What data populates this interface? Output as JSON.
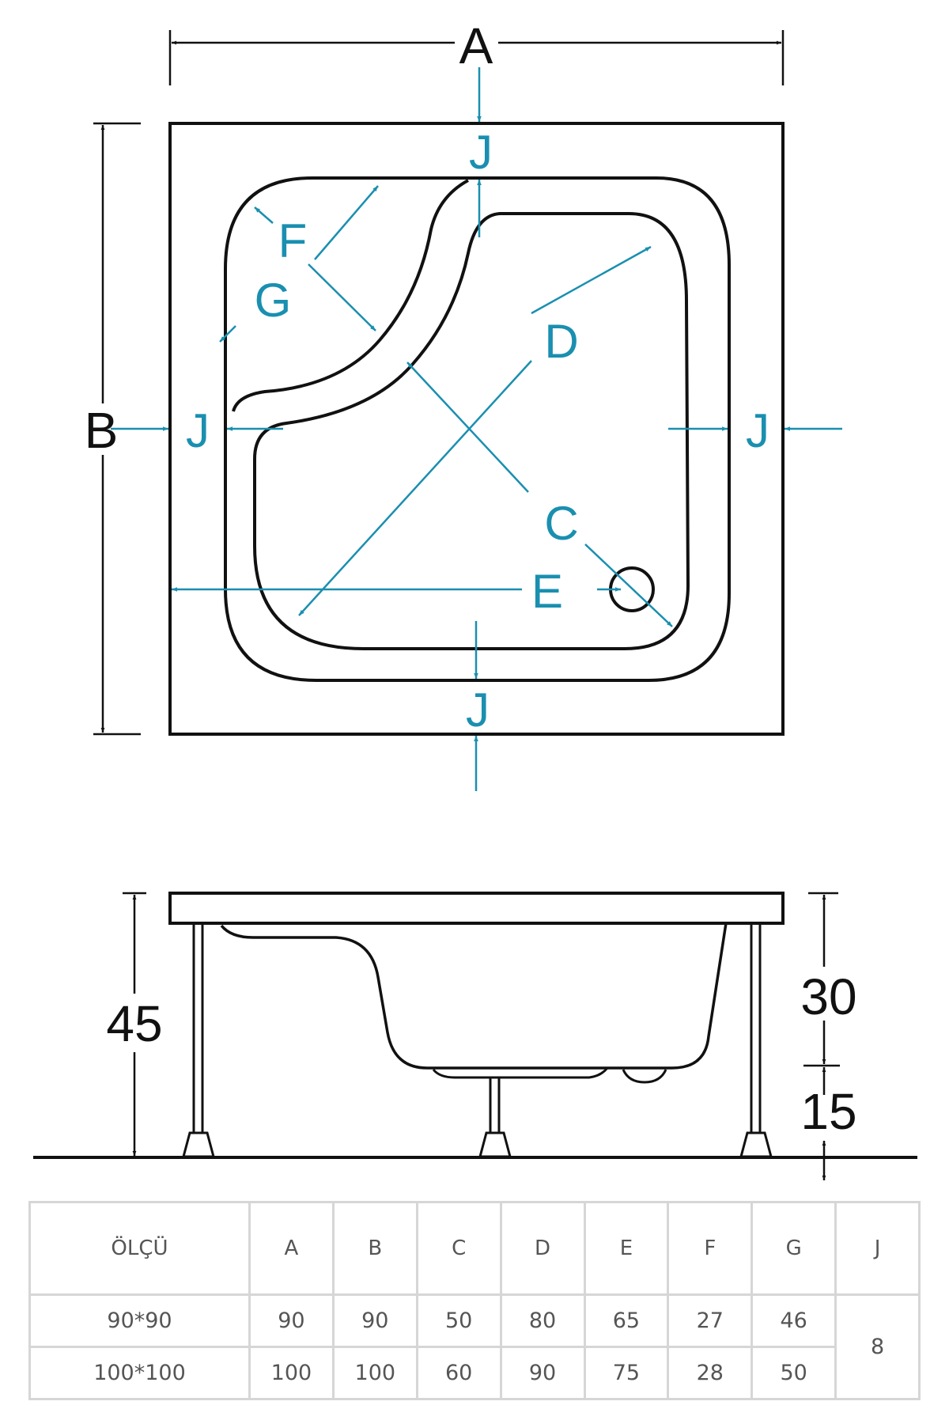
{
  "labels": {
    "A": "A",
    "B": "B",
    "C": "C",
    "D": "D",
    "E": "E",
    "F": "F",
    "G": "G",
    "J": "J"
  },
  "side_view": {
    "total_height": "45",
    "tray_depth": "30",
    "leg_height": "15"
  },
  "table": {
    "headers": [
      "ÖLÇÜ",
      "A",
      "B",
      "C",
      "D",
      "E",
      "F",
      "G",
      "J"
    ],
    "rows": [
      [
        "90*90",
        "90",
        "90",
        "50",
        "80",
        "65",
        "27",
        "46"
      ],
      [
        "100*100",
        "100",
        "100",
        "60",
        "90",
        "75",
        "28",
        "50"
      ]
    ],
    "j_value": "8"
  },
  "colors": {
    "outline": "#111111",
    "dimension": "#1a8fb0",
    "table_border": "#d6d6d6",
    "table_text": "#555555"
  }
}
